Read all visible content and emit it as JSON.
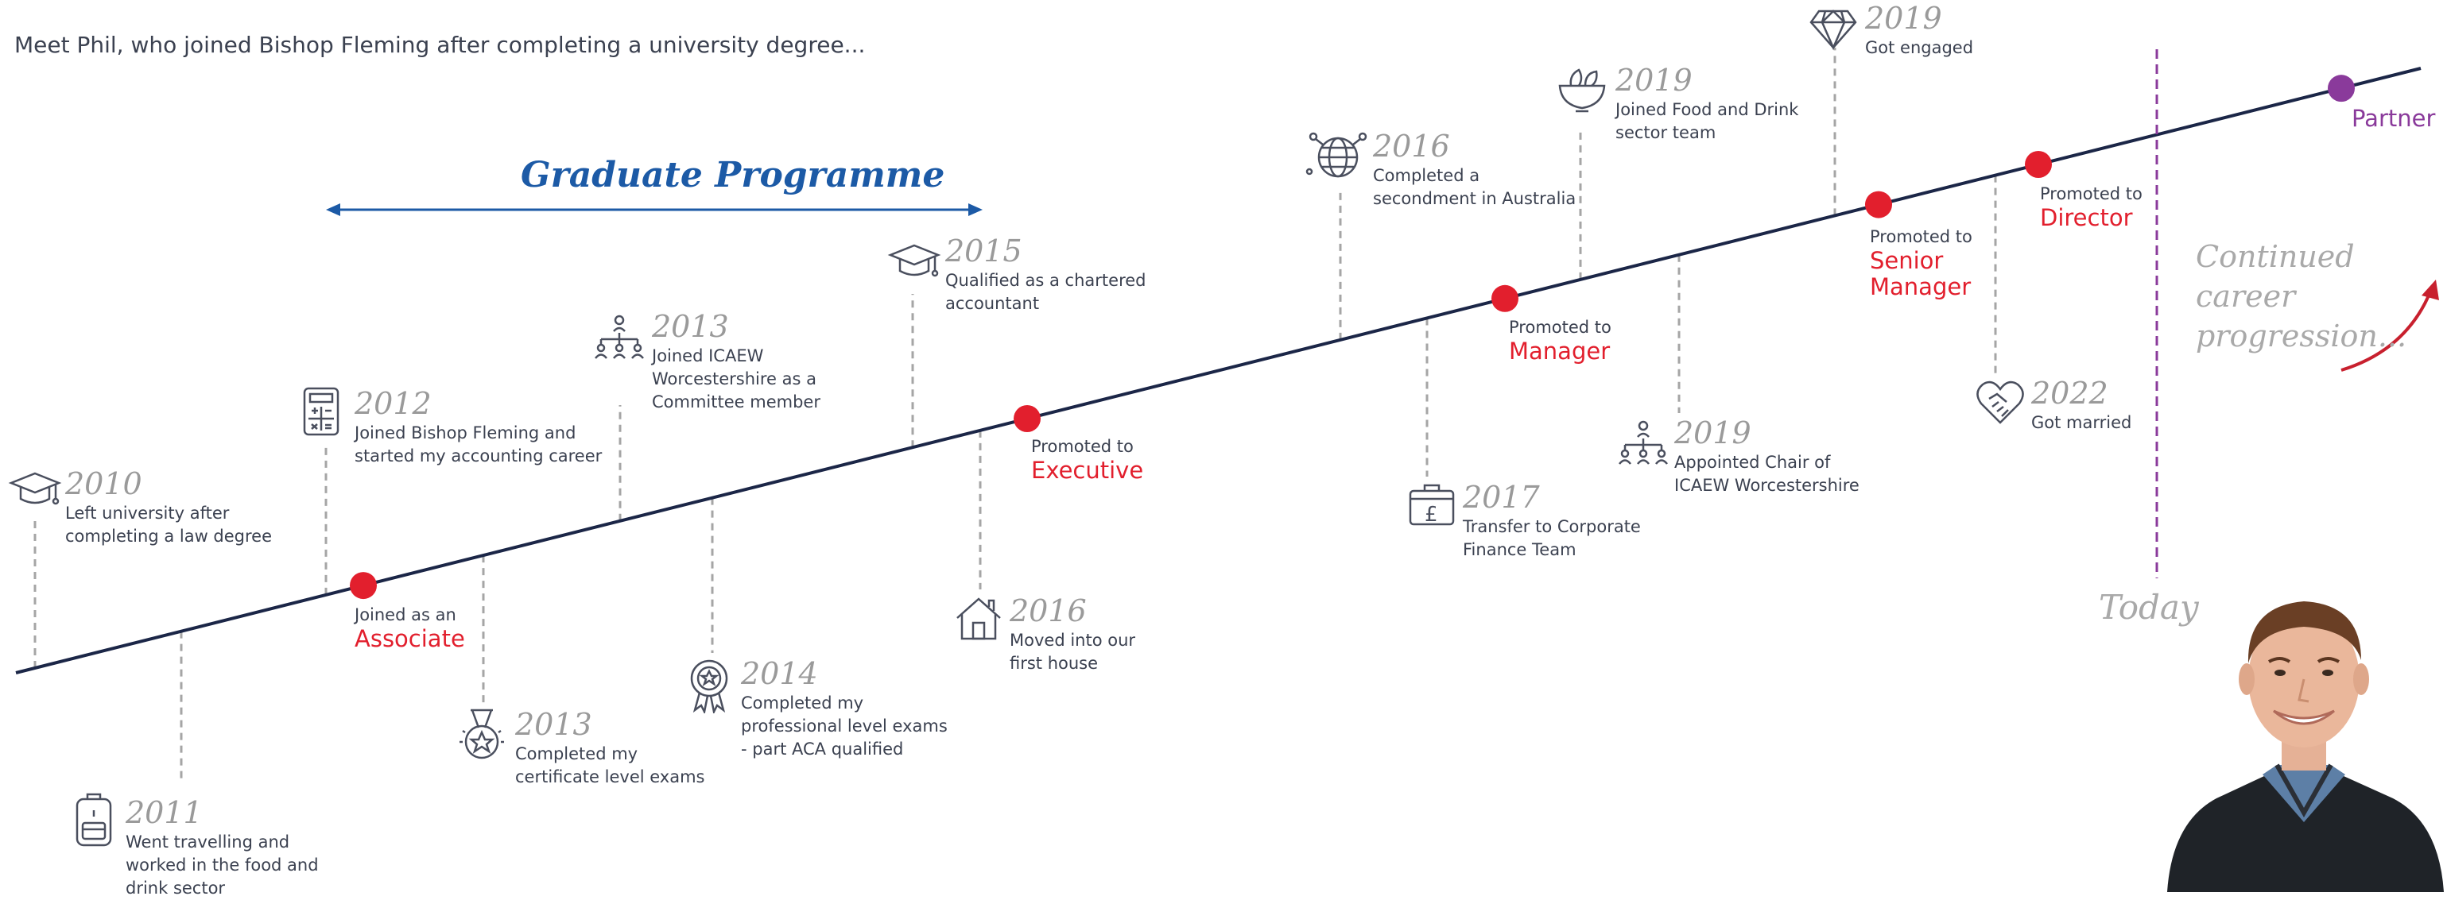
{
  "intro": "Meet Phil, who joined Bishop Fleming after completing a university degree...",
  "graduate_programme": "Graduate Programme",
  "continued_career": "Continued career\nprogression...",
  "today": "Today",
  "colors": {
    "line": "#1b2647",
    "milestone": "#e21f2d",
    "partner": "#8a3a9b",
    "programme": "#1c5aa6",
    "today_line": "#8a3a9b",
    "leader": "#a5a5a5"
  },
  "events": [
    {
      "year": "2010",
      "text": "Left university after\ncompleting a law degree",
      "icon": "graduation-cap-icon"
    },
    {
      "year": "2011",
      "text": "Went travelling and\nworked in the food and\ndrink sector",
      "icon": "backpack-icon"
    },
    {
      "year": "2012",
      "text": "Joined Bishop Fleming and\nstarted my accounting career",
      "icon": "calculator-icon"
    },
    {
      "year": "2013",
      "text": "Completed my\ncertificate level exams",
      "icon": "medal-icon"
    },
    {
      "year": "2013",
      "text": "Joined ICAEW\nWorcestershire as a\nCommittee member",
      "icon": "org-chart-icon"
    },
    {
      "year": "2014",
      "text": "Completed my\nprofessional level exams\n- part ACA qualified",
      "icon": "award-rosette-icon"
    },
    {
      "year": "2015",
      "text": "Qualified as a chartered\naccountant",
      "icon": "graduation-cap-icon"
    },
    {
      "year": "2016",
      "text": "Moved into our\nfirst house",
      "icon": "house-icon"
    },
    {
      "year": "2016",
      "text": "Completed a\nsecondment in Australia",
      "icon": "globe-icon"
    },
    {
      "year": "2017",
      "text": "Transfer to Corporate\nFinance Team",
      "icon": "briefcase-pound-icon"
    },
    {
      "year": "2019",
      "text": "Joined Food and Drink\nsector team",
      "icon": "food-bowl-icon"
    },
    {
      "year": "2019",
      "text": "Appointed Chair of\nICAEW Worcestershire",
      "icon": "org-chart-icon"
    },
    {
      "year": "2019",
      "text": "Got engaged",
      "icon": "diamond-icon"
    },
    {
      "year": "2022",
      "text": "Got married",
      "icon": "heart-handshake-icon"
    }
  ],
  "milestones": [
    {
      "prefix": "Joined as an",
      "title": "Associate"
    },
    {
      "prefix": "Promoted to",
      "title": "Executive"
    },
    {
      "prefix": "Promoted to",
      "title": "Manager"
    },
    {
      "prefix": "Promoted to",
      "title": "Senior\nManager"
    },
    {
      "prefix": "Promoted to",
      "title": "Director"
    },
    {
      "prefix": "",
      "title": "Partner"
    }
  ]
}
